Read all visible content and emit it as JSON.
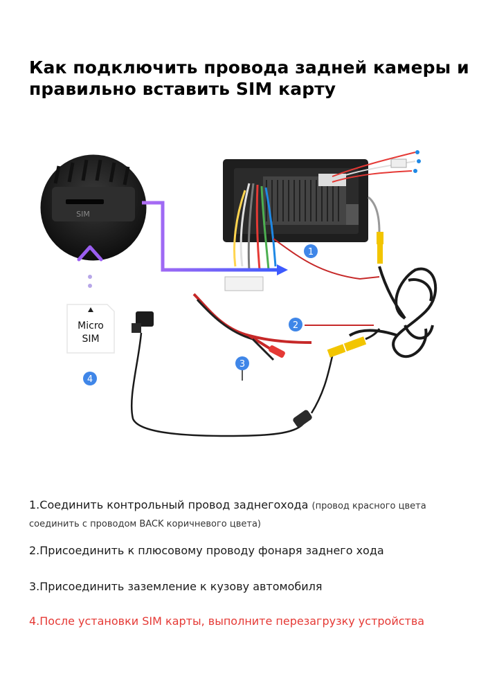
{
  "title": "Как подключить провода задней камеры и правильно вставить SIM карту",
  "diagram": {
    "sim_card_line1": "Micro",
    "sim_card_line2": "SIM",
    "slot_label": "SIM",
    "badges": [
      "1",
      "2",
      "3",
      "4"
    ],
    "colors": {
      "purple_arrow": "#b06cf2",
      "blue_arrow": "#3d5afe",
      "badge_blue": "#3f86e8",
      "red_wire": "#d32f2f",
      "yellow_rca": "#f2c500"
    }
  },
  "steps": {
    "step1_main": "1.Соединить контрольный провод заднегохода",
    "step1_note": "(провод красного цвета соединить с проводом BACK коричневого цвета)",
    "step2": "2.Присоединить к плюсовому проводу фонаря заднего хода",
    "step3": "3.Присоединить заземление к кузову автомобиля",
    "step4": "4.После установки SIM карты, выполните перезагрузку устройства"
  }
}
